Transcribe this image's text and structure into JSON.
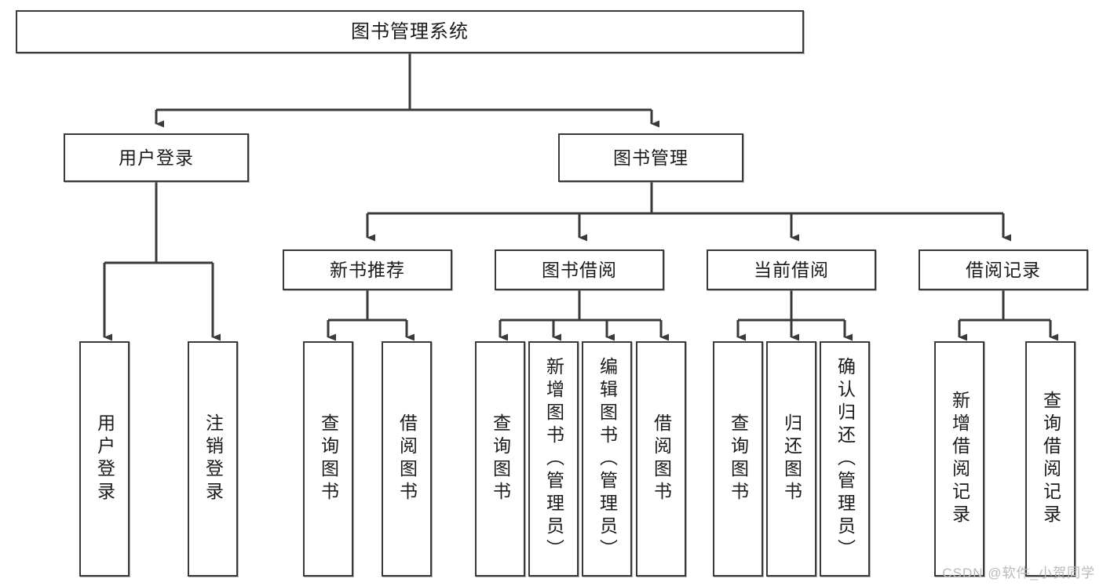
{
  "diagram": {
    "title": "图书管理系统",
    "watermark": "CSDN @软件_小贺同学",
    "line_color": "#3a3a3a",
    "box_fill": "#ffffff",
    "text_color": "#1b1b1b",
    "watermark_color": "#b9b9b9"
  },
  "nodes": {
    "root": {
      "label": "图书管理系统"
    },
    "level2": [
      {
        "label": "用户登录"
      },
      {
        "label": "图书管理"
      }
    ],
    "level3": [
      {
        "label": "新书推荐"
      },
      {
        "label": "图书借阅"
      },
      {
        "label": "当前借阅"
      },
      {
        "label": "借阅记录"
      }
    ],
    "leaves": {
      "user_login": [
        {
          "label": "用户登录"
        },
        {
          "label": "注销登录"
        }
      ],
      "new_book": [
        {
          "label": "查询图书"
        },
        {
          "label": "借阅图书"
        }
      ],
      "borrow_book": [
        {
          "label": "查询图书"
        },
        {
          "label": "新增图书（管理员）"
        },
        {
          "label": "编辑图书（管理员）"
        },
        {
          "label": "借阅图书"
        }
      ],
      "current_borrow": [
        {
          "label": "查询图书"
        },
        {
          "label": "归还图书"
        },
        {
          "label": "确认归还（管理员）"
        }
      ],
      "borrow_record": [
        {
          "label": "新增借阅记录"
        },
        {
          "label": "查询借阅记录"
        }
      ]
    }
  }
}
